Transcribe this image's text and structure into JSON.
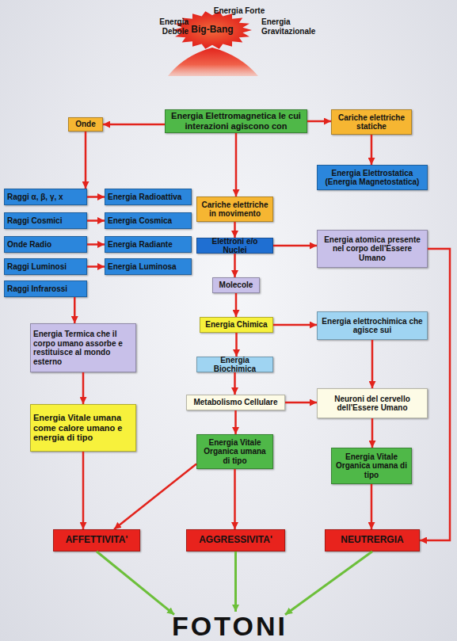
{
  "diagram": {
    "nodes": [
      {
        "text": [
          "Big-Bang"
        ]
      },
      {
        "text": [
          "Energia Elettromagnetica le cui interazioni agiscono con"
        ]
      },
      {
        "text": [
          "Onde"
        ]
      },
      {
        "text": [
          "Cariche elettriche statiche"
        ]
      },
      {
        "text": [
          "Energia Elettrostatica (Energia Magnetostatica)"
        ]
      },
      {
        "text": [
          "Raggi α, β, γ, x"
        ]
      },
      {
        "text": [
          "Energia Radioattiva"
        ]
      },
      {
        "text": [
          "Raggi Cosmici"
        ]
      },
      {
        "text": [
          "Energia Cosmica"
        ]
      },
      {
        "text": [
          "Onde Radio"
        ]
      },
      {
        "text": [
          "Energia Radiante"
        ]
      },
      {
        "text": [
          "Raggi Luminosi"
        ]
      },
      {
        "text": [
          "Energia Luminosa"
        ]
      },
      {
        "text": [
          "Raggi Infrarossi"
        ]
      },
      {
        "text": [
          "Cariche elettriche in movimento"
        ]
      },
      {
        "text": [
          "Elettroni e/o Nuclei"
        ]
      },
      {
        "text": [
          "Energia atomica presente nel corpo dell'Essere Umano"
        ]
      },
      {
        "text": [
          "Molecole"
        ]
      },
      {
        "text": [
          "Energia Chimica"
        ]
      },
      {
        "text": [
          "Energia elettrochimica che agisce sui"
        ]
      },
      {
        "text": [
          "Energia Biochimica"
        ]
      },
      {
        "text": [
          "Metabolismo Cellulare"
        ]
      },
      {
        "text": [
          "Neuroni del cervello dell'Essere Umano"
        ]
      },
      {
        "text": [
          "Energia Termica che il corpo umano assorbe e restituisce al mondo esterno"
        ]
      },
      {
        "text": [
          "Energia Vitale umana come calore umano e energia di tipo"
        ]
      },
      {
        "text": [
          "Energia Vitale Organica umana di tipo"
        ]
      },
      {
        "text": [
          "Energia Vitale Organica umana di tipo"
        ]
      },
      {
        "text": [
          "AFFETTIVITA'"
        ]
      },
      {
        "text": [
          "AGGRESSIVITA'"
        ]
      },
      {
        "text": [
          "NEUTRERGIA"
        ]
      },
      {
        "text": [
          "FOTONI"
        ]
      }
    ],
    "edges": [
      {
        "from": 1,
        "to": 2,
        "arrow": "to"
      },
      {
        "from": 1,
        "to": 3,
        "arrow": "to"
      },
      {
        "from": 1,
        "to": 14,
        "arrow": "to"
      },
      {
        "from": 3,
        "to": 4,
        "arrow": "to"
      },
      {
        "from": 2,
        "to": 5,
        "arrow": "to"
      },
      {
        "from": 5,
        "to": 6,
        "arrow": "to"
      },
      {
        "from": 7,
        "to": 8,
        "arrow": "to"
      },
      {
        "from": 9,
        "to": 10,
        "arrow": "to"
      },
      {
        "from": 11,
        "to": 12,
        "arrow": "to"
      },
      {
        "from": 13,
        "to": 23,
        "arrow": "to"
      },
      {
        "from": 23,
        "to": 24,
        "arrow": "to"
      },
      {
        "from": 24,
        "to": 27,
        "arrow": "to"
      },
      {
        "from": 14,
        "to": 15,
        "arrow": "to"
      },
      {
        "from": 15,
        "to": 16,
        "arrow": "to"
      },
      {
        "from": 15,
        "to": 17,
        "arrow": "to"
      },
      {
        "from": 17,
        "to": 18,
        "arrow": "to"
      },
      {
        "from": 18,
        "to": 19,
        "arrow": "to"
      },
      {
        "from": 18,
        "to": 20,
        "arrow": "to"
      },
      {
        "from": 20,
        "to": 21,
        "arrow": "to"
      },
      {
        "from": 21,
        "to": 22,
        "arrow": "to"
      },
      {
        "from": 21,
        "to": 25,
        "arrow": "to"
      },
      {
        "from": 19,
        "to": 22,
        "arrow": "to"
      },
      {
        "from": 22,
        "to": 26,
        "arrow": "to"
      },
      {
        "from": 26,
        "to": 29,
        "arrow": "to"
      },
      {
        "from": 25,
        "to": 27,
        "arrow": "to"
      },
      {
        "from": 25,
        "to": 28,
        "arrow": "to"
      },
      {
        "from": 16,
        "to": 29,
        "arrow": "to"
      },
      {
        "from": 27,
        "to": 30,
        "arrow": "to"
      },
      {
        "from": 28,
        "to": 30,
        "arrow": "to"
      },
      {
        "from": 29,
        "to": 30,
        "arrow": "to"
      }
    ],
    "labels": [
      "Energia Forte",
      "Energia Debole",
      "Energia Gravitazionale"
    ]
  }
}
